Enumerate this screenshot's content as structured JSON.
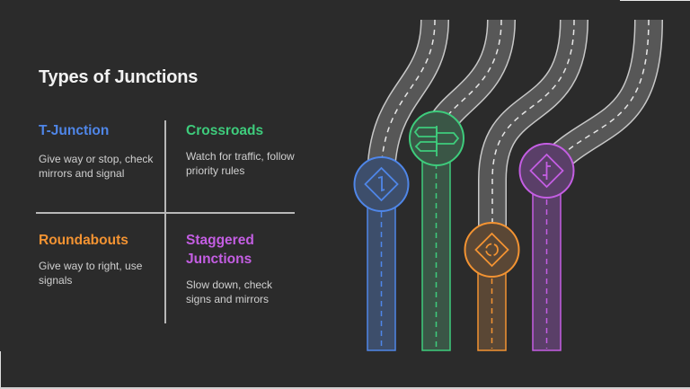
{
  "title": "Types of Junctions",
  "junctions": [
    {
      "name": "T-Junction",
      "description": "Give way or stop, check mirrors and signal",
      "color": "#4f86e8",
      "icon": "t-junction-sign-icon"
    },
    {
      "name": "Crossroads",
      "description": "Watch for traffic, follow priority rules",
      "color": "#3ecc7c",
      "icon": "signpost-icon"
    },
    {
      "name": "Roundabouts",
      "description": "Give way to right, use signals",
      "color": "#f39332",
      "icon": "roundabout-sign-icon"
    },
    {
      "name": "Staggered Junctions",
      "description": "Slow down, check signs and mirrors",
      "color": "#c45ee3",
      "icon": "staggered-junction-sign-icon"
    }
  ],
  "colors": {
    "background": "#2b2b2b",
    "road": "#575757",
    "road_edge": "#c8c8c8"
  }
}
